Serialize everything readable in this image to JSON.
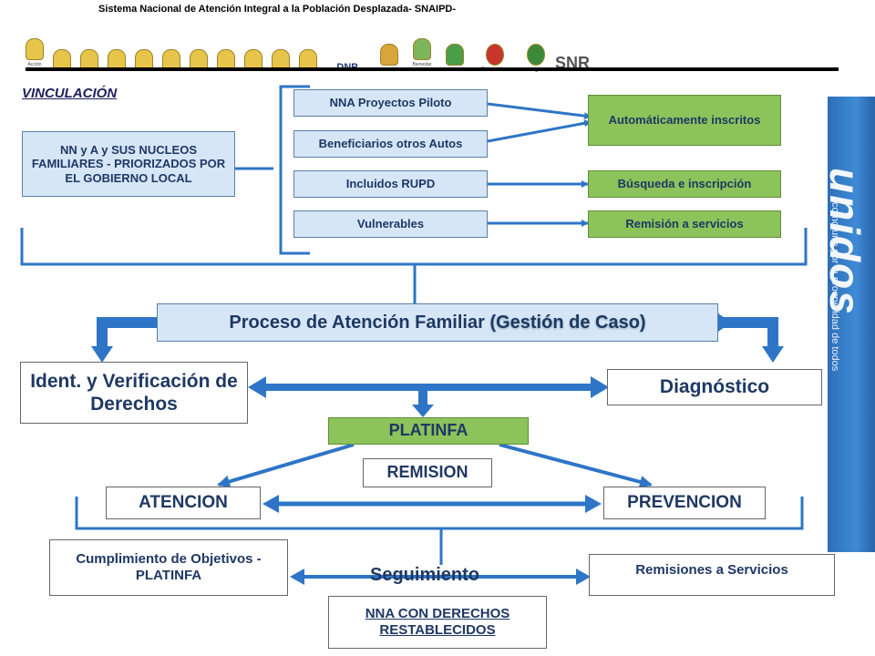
{
  "header": {
    "title": "Sistema Nacional de Atención Integral a la Población Desplazada- SNAIPD-",
    "logos": [
      "Acción Social",
      "DNP",
      "Incoder",
      "Bienestar Familiar",
      "SENA",
      "Bancoldex",
      "Banagrario",
      "SNR"
    ]
  },
  "vinculacion": {
    "title": "VINCULACIÓN",
    "families_box": "NN y A y SUS NUCLEOS FAMILIARES - PRIORIZADOS POR EL GOBIERNO LOCAL",
    "groups": [
      "NNA Proyectos Piloto",
      "Beneficiarios otros Autos",
      "Incluidos RUPD",
      "Vulnerables"
    ],
    "results": [
      "Automáticamente inscritos",
      "Búsqueda e inscripción",
      "Remisión a servicios"
    ]
  },
  "process": {
    "title_main": "Proceso de Atención Familiar ",
    "title_paren": "(Gestión de Caso)"
  },
  "ident": "Ident. y Verificación de Derechos",
  "diagnostico": "Diagnóstico",
  "platinfa": "PLATINFA",
  "remision": "REMISION",
  "atencion": "ATENCION",
  "prevencion": "PREVENCION",
  "cumplimiento": "Cumplimiento de Objetivos -PLATINFA",
  "seguimiento": "Seguimiento",
  "remisiones": "Remisiones a Servicios",
  "nna_restablecidos": "NNA CON DERECHOS RESTABLECIDOS",
  "banner": {
    "brand": "unidos",
    "slogan": "como uno por la prosperidad de todos"
  },
  "colors": {
    "connector": "#2e75c7",
    "box_blue": "#d6e6f7",
    "box_green": "#8cc35a",
    "text_dark": "#1f3864"
  }
}
